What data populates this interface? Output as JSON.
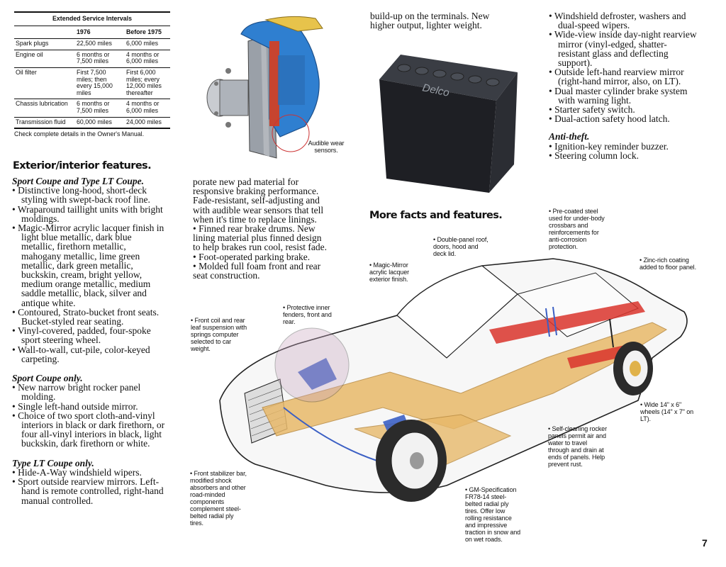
{
  "service_table": {
    "title": "Extended Service Intervals",
    "columns": [
      "",
      "1976",
      "Before 1975"
    ],
    "rows": [
      {
        "item": "Spark plugs",
        "y1976": "22,500 miles",
        "before": "6,000 miles"
      },
      {
        "item": "Engine oil",
        "y1976": "6 months or 7,500 miles",
        "before": "4 months or 6,000 miles"
      },
      {
        "item": "Oil filter",
        "y1976": "First 7,500 miles; then every 15,000 miles",
        "before": "First 6,000 miles; every 12,000 miles thereafter"
      },
      {
        "item": "Chassis lubrication",
        "y1976": "6 months or 7,500 miles",
        "before": "4 months or 6,000 miles"
      },
      {
        "item": "Transmission fluid",
        "y1976": "60,000 miles",
        "before": "24,000 miles"
      }
    ],
    "note": "Check complete details in the Owner's Manual."
  },
  "exterior": {
    "heading": "Exterior/interior features.",
    "sport_lt_title": "Sport Coupe and Type LT Coupe.",
    "sport_lt_items": [
      "• Distinctive long-hood, short-deck styling with swept-back roof line.",
      "• Wraparound taillight units with bright moldings.",
      "• Magic-Mirror acrylic lacquer finish in light blue metallic, dark blue metallic, firethorn metallic, mahogany metallic, lime green metallic, dark green metallic, buckskin, cream, bright yellow, medium orange metallic, medium saddle metallic, black, silver and antique white.",
      "• Contoured, Strato-bucket front seats. Bucket-styled rear seating.",
      "• Vinyl-covered, padded, four-spoke sport steering wheel.",
      "• Wall-to-wall, cut-pile, color-keyed carpeting."
    ],
    "sport_only_title": "Sport Coupe only.",
    "sport_only_items": [
      "• New narrow bright rocker panel molding.",
      "• Single left-hand outside mirror.",
      "• Choice of two sport cloth-and-vinyl interiors in black or dark firethorn, or four all-vinyl interiors in black, light buckskin, dark firethorn or white."
    ],
    "lt_only_title": "Type LT Coupe only.",
    "lt_only_items": [
      "• Hide-A-Way windshield wipers.",
      "• Sport outside rearview mirrors. Left-hand is remote controlled, right-hand manual controlled."
    ]
  },
  "brakes": {
    "callout": "Audible wear sensors.",
    "paragraph_lines": [
      "porate new pad material for",
      "responsive braking performance.",
      "Fade-resistant, self-adjusting and",
      "with audible wear sensors that tell",
      "when it's time to replace linings.",
      "• Finned rear brake drums. New",
      "lining material plus finned design",
      "to help brakes run cool, resist fade.",
      "• Foot-operated parking brake.",
      "• Molded full foam front and rear",
      "seat construction."
    ]
  },
  "battery": {
    "top_lines": [
      "build-up on the terminals. New",
      "higher output, lighter weight."
    ],
    "brand": "Delco"
  },
  "right_column": {
    "items": [
      "• Windshield defroster, washers and dual-speed wipers.",
      "• Wide-view inside day-night rearview mirror (vinyl-edged, shatter-resistant glass and deflecting support).",
      "• Outside left-hand rearview mirror (right-hand mirror, also, on LT).",
      "• Dual master cylinder brake system with warning light.",
      "• Starter safety switch.",
      "• Dual-action safety hood latch."
    ],
    "anti_theft_title": "Anti-theft.",
    "anti_theft_items": [
      "• Ignition-key reminder buzzer.",
      "• Steering column lock."
    ]
  },
  "more_facts": {
    "heading": "More facts and features.",
    "callouts": {
      "precoated": "• Pre-coated steel used for under-body crossbars and reinforcements for anti-corrosion protection.",
      "double_panel": "• Double-panel roof, doors, hood and deck lid.",
      "magic_mirror": "• Magic-Mirror acrylic lacquer exterior finish.",
      "zinc": "• Zinc-rich coating added to floor panel.",
      "fenders": "• Protective inner fenders, front and rear.",
      "coil": "• Front coil and rear leaf suspension with springs computer selected to car weight.",
      "wheels": "• Wide 14\" x 6\" wheels (14\" x 7\" on LT).",
      "rocker": "• Self-cleaning rocker panels permit air and water to travel through and drain at ends of panels. Help prevent rust.",
      "stabilizer": "• Front stabilizer bar, modified shock absorbers and other road-minded components complement steel-belted radial ply tires.",
      "tires": "• GM-Specification FR78-14 steel-belted radial ply tires. Offer low rolling resistance and impressive traction in snow and on wet roads."
    }
  },
  "page_number": "7",
  "colors": {
    "frame_orange": "#e8b96a",
    "frame_red": "#d9342b",
    "accent_blue": "#3b5fc4",
    "caliper_blue": "#2f7fd0"
  }
}
